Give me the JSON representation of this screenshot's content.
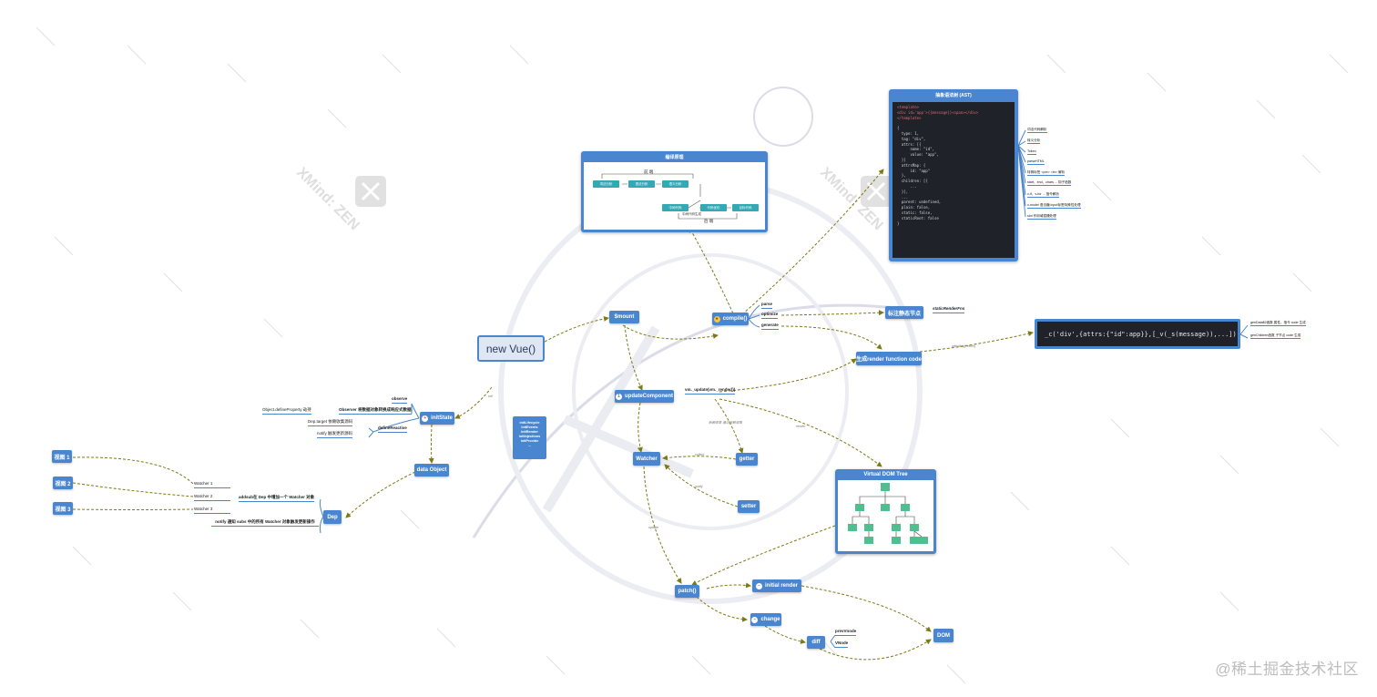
{
  "credit": "@稀土掘金技术社区",
  "root": "new Vue()",
  "nodes": {
    "mount": "$mount",
    "compile": "compile()",
    "update_component": "updateComponent",
    "vm_update": "vm._update(vm._render())",
    "watcher": "Watcher",
    "getter": "getter",
    "setter": "setter",
    "patch": "patch()",
    "initial_render": "initial render",
    "change": "change",
    "diff": "diff",
    "dom": "DOM",
    "init_state": "initState",
    "data_object": "data Object",
    "dep": "Dep",
    "render_fn": "生成render function code",
    "static_mark": "标注静态节点",
    "virtual_dom_tree": "Virtual DOM Tree"
  },
  "compile_branches": {
    "parse": "parse",
    "optimize": "optimize",
    "generate": "generate",
    "static_render_fns": "staticRenderFns"
  },
  "lifecycle": [
    "initLifecycle",
    "initEvents",
    "initRender",
    "initInjections",
    "initProvide",
    "..."
  ],
  "compile_panel": {
    "title": "编译原理",
    "flow": [
      "语法分析",
      "语义分析",
      "中间代码",
      "代码优化",
      "目标代码",
      "词法分析"
    ],
    "top_label": "前 端",
    "bottom_label": "后 端",
    "mid_label": "中间代码生成"
  },
  "ast_panel": {
    "title": "抽象语法树 (AST)",
    "code": [
      "<template>",
      "<div id='app'>{{message}}<span></div>",
      "</template>",
      "",
      "{",
      "  type: 1,",
      "  tag: \"div\",",
      "  attrs: [{",
      "      name: \"id\",",
      "      value: \"app\",",
      "  }]",
      "  attrsMap: {",
      "      id: \"app\"",
      "  },",
      "  children: [{",
      "      ...",
      "  }],",
      "  ...",
      "  parent: undefined,",
      "  plain: false,",
      "  static: false,",
      "  staticRoot: false",
      "}"
    ],
    "side_items": [
      "词法代码解析",
      "转义分析",
      "Token",
      "parseHTML",
      "特殊标签 <pre> <br> 解析",
      "start、end、chars ... 钩子函数",
      "v-if、v-for ... 指令解析",
      "v-model 语法糖 input标签特殊性处理",
      "slot 作用域插槽处理"
    ]
  },
  "render_code": "_c('div',{attrs:{\"id\":app}},[_v(_s(message)),...])",
  "render_notes": [
    "genData$2函数 属性、指令 code 生成",
    "genChildren函数 子节点 code 生成"
  ],
  "reactivity": {
    "observe": "observe",
    "observer_note": "Observer 将数据对象转换成响应式数据",
    "define_property": "Object.defineProperty 劫持",
    "define_reactive": "defineReactive",
    "dep_target": "Dep.target 依赖收集源码",
    "notify_source": "notify 触发更新源码",
    "add_sub": "addsub在 Dep 中增加一个 Watcher 对象",
    "notify_desc": "notify 通知 subs 中的所有 Watcher 对象触发更新操作",
    "watchers": [
      "Watcher 1",
      "Watcher 2",
      "Watcher 3"
    ],
    "views": [
      "视图 1",
      "视图 2",
      "视图 3"
    ]
  },
  "edge_labels": {
    "collect": "collect",
    "notify": "notify",
    "update": "update",
    "dep_collect": "依赖收集 通过依赖收集",
    "render": "render",
    "init": "init",
    "with_with": "with(this){return}"
  },
  "patch_children": {
    "prev_vnode": "prevVnode",
    "vnode": "VNode"
  },
  "colors": {
    "node": "#4a86cf",
    "root_fill": "#dfe7f5",
    "edge": "#7b7b16",
    "code_bg": "#1f2229",
    "tree_green": "#4fbf8f",
    "flow_teal": "#33a9b3",
    "watermark": "#dcdce8"
  },
  "icons": [
    "xmind-logo-icon",
    "minus-circle-icon",
    "bulb-icon",
    "number-one-icon",
    "plus-circle-icon"
  ]
}
